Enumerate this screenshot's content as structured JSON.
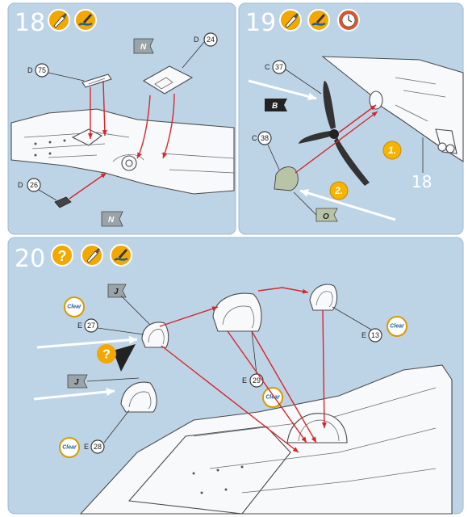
{
  "steps": [
    {
      "number": "18",
      "icons": [
        "paint-brush-icon",
        "paint-pot-icon"
      ],
      "parts": [
        {
          "code": "D",
          "num": "75"
        },
        {
          "code": "D",
          "num": "24"
        },
        {
          "code": "D",
          "num": "26"
        }
      ],
      "flags": [
        "N",
        "N"
      ]
    },
    {
      "number": "19",
      "icons": [
        "paint-brush-icon",
        "paint-pot-icon",
        "clock-icon"
      ],
      "parts": [
        {
          "code": "C",
          "num": "37"
        },
        {
          "code": "C",
          "num": "38"
        }
      ],
      "flags": [
        "B",
        "O"
      ],
      "order": [
        "1.",
        "2."
      ],
      "ref": "18"
    },
    {
      "number": "20",
      "icons": [
        "question-icon",
        "paint-brush-icon",
        "paint-pot-icon"
      ],
      "parts": [
        {
          "code": "E",
          "num": "27"
        },
        {
          "code": "E",
          "num": "13"
        },
        {
          "code": "E",
          "num": "29"
        },
        {
          "code": "E",
          "num": "28"
        }
      ],
      "flags": [
        "J",
        "J"
      ],
      "clear_label": "Clear",
      "question_mark": "?"
    }
  ],
  "colors": {
    "panel": "#bdd4e7",
    "accent_yellow": "#f5b400",
    "arrow_red": "#d7262b",
    "flag_dark": "#222222",
    "flag_grey": "#9aa4a8"
  }
}
